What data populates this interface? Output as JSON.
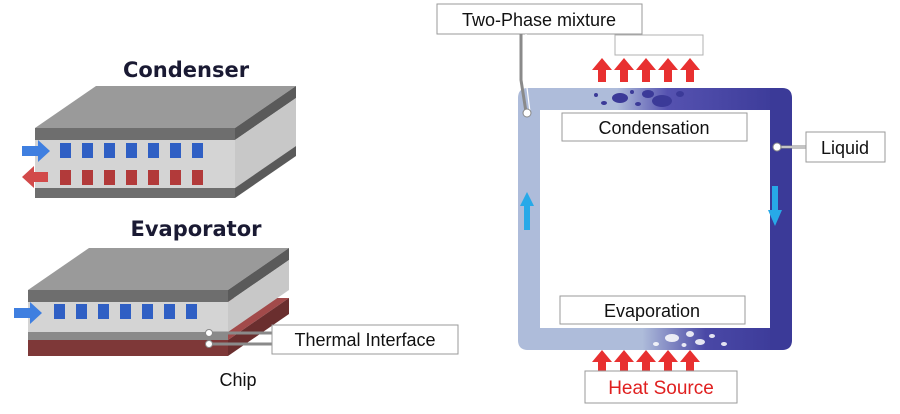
{
  "left": {
    "condenser_title": "Condenser",
    "evaporator_title": "Evaporator",
    "thermal_interface_label": "Thermal Interface",
    "chip_label": "Chip"
  },
  "right": {
    "two_phase_label": "Two-Phase mixture",
    "condensation_label": "Condensation",
    "evaporation_label": "Evaporation",
    "liquid_label": "Liquid",
    "heat_source_label": "Heat Source",
    "top_box_label": ""
  },
  "colors": {
    "plate_top": "#8c8c8c",
    "plate_side": "#5f5f5f",
    "channel_bg": "#d6d6d6",
    "fin_blue": "#2f5fc4",
    "fin_red": "#b23a3a",
    "chip": "#8a3f3f",
    "loop_light": "#aebcda",
    "loop_dark": "#3b3a98",
    "heat_arrow": "#e83030",
    "flow_arrow": "#27a9e8",
    "heat_text": "#e02020"
  }
}
